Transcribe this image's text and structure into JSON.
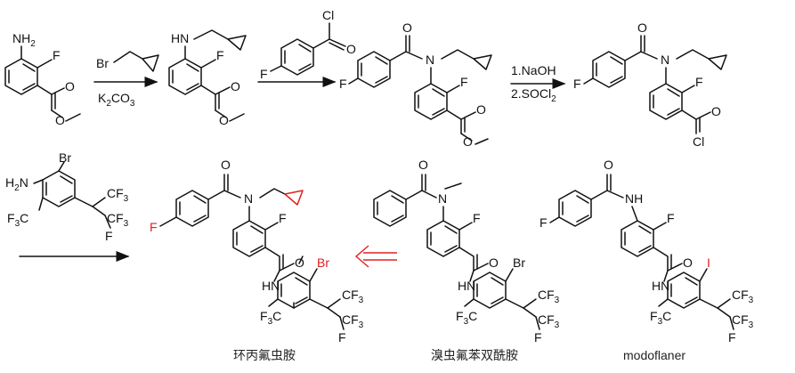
{
  "atoms": {
    "nh2": "NH",
    "nh2_sub": "2",
    "h2n_h": "H",
    "h2n_sub": "2",
    "h2n_n": "N",
    "f": "F",
    "o": "O",
    "br": "Br",
    "cl": "Cl",
    "i": "I",
    "hn": "HN",
    "nh": "NH",
    "n": "N",
    "cf3": "CF",
    "cf3_sub": "3",
    "f3c_f": "F",
    "f3c_sub": "3",
    "f3c_c": "C"
  },
  "reagents": {
    "step1_base": "K",
    "step1_base_sub1": "2",
    "step1_base_mid": "CO",
    "step1_base_sub2": "3",
    "step3_line1": "1.NaOH",
    "step3_line2a": "2.SOCl",
    "step3_line2_sub": "2"
  },
  "captions": {
    "compound_a": "环丙氟虫胺",
    "compound_b": "溴虫氟苯双酰胺",
    "compound_c": "modoflaner"
  },
  "colors": {
    "ink": "#111111",
    "highlight": "#e02020"
  }
}
